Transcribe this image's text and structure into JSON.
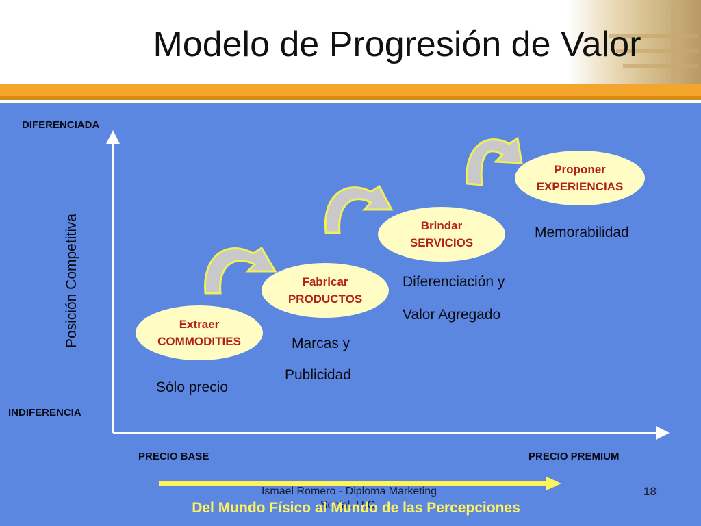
{
  "title": "Modelo de Progresión de Valor",
  "y_axis": {
    "label": "Posición Competitiva",
    "top_label": "DIFERENCIADA",
    "bottom_label": "INDIFERENCIA"
  },
  "x_axis": {
    "left_label": "PRECIO BASE",
    "right_label": "PRECIO PREMIUM"
  },
  "stages": [
    {
      "verb": "Extraer",
      "noun": "COMMODITIES",
      "desc_lines": [
        "Sólo precio"
      ]
    },
    {
      "verb": "Fabricar",
      "noun": "PRODUCTOS",
      "desc_lines": [
        "Marcas y",
        "Publicidad"
      ]
    },
    {
      "verb": "Brindar",
      "noun": "SERVICIOS",
      "desc_lines": [
        "Diferenciación y",
        "Valor Agregado"
      ]
    },
    {
      "verb": "Proponer",
      "noun": "EXPERIENCIAS",
      "desc_lines": [
        "Memorabilidad"
      ]
    }
  ],
  "footer": {
    "author": "Ismael Romero - Diploma Marketing Social. U.C.",
    "page": "18",
    "caption": "Del Mundo Físico al Mundo de las Percepciones"
  },
  "colors": {
    "background": "#5b87e1",
    "stripe": "#f4a52b",
    "oval_fill": "#fffcc4",
    "oval_text": "#b22213",
    "caption": "#fff35a",
    "arrow_body": "#c9c9c9",
    "arrow_edge": "#f2ef58"
  }
}
